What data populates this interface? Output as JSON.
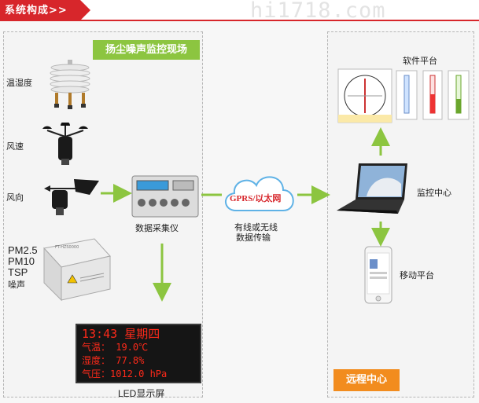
{
  "header": {
    "title": "系统构成>>",
    "watermark": "hi1718.com"
  },
  "site": {
    "badge": "扬尘噪声监控现场",
    "sensors": [
      {
        "label": "温湿度"
      },
      {
        "label": "风速"
      },
      {
        "label": "风向"
      }
    ],
    "dust_labels": [
      "PM2.5",
      "PM10",
      "TSP",
      "噪声"
    ],
    "dust_device_text": "FT-HZS0000",
    "collector": "数据采集仪",
    "led_label": "LED显示屏",
    "led": {
      "time": "13:43",
      "weekday": "星期四",
      "rows": [
        "气温： 19.0℃",
        "湿度： 77.8%",
        "气压：1012.0 hPa"
      ]
    }
  },
  "transmission": {
    "cloud": "GPRS/以太网",
    "caption_line1": "有线或无线",
    "caption_line2": "数据传输"
  },
  "remote": {
    "badge": "远程中心",
    "software": "软件平台",
    "monitor": "监控中心",
    "mobile": "移动平台"
  },
  "colors": {
    "accent": "#d7262b",
    "arrow": "#8cc540",
    "remote_badge": "#f28c1e"
  }
}
